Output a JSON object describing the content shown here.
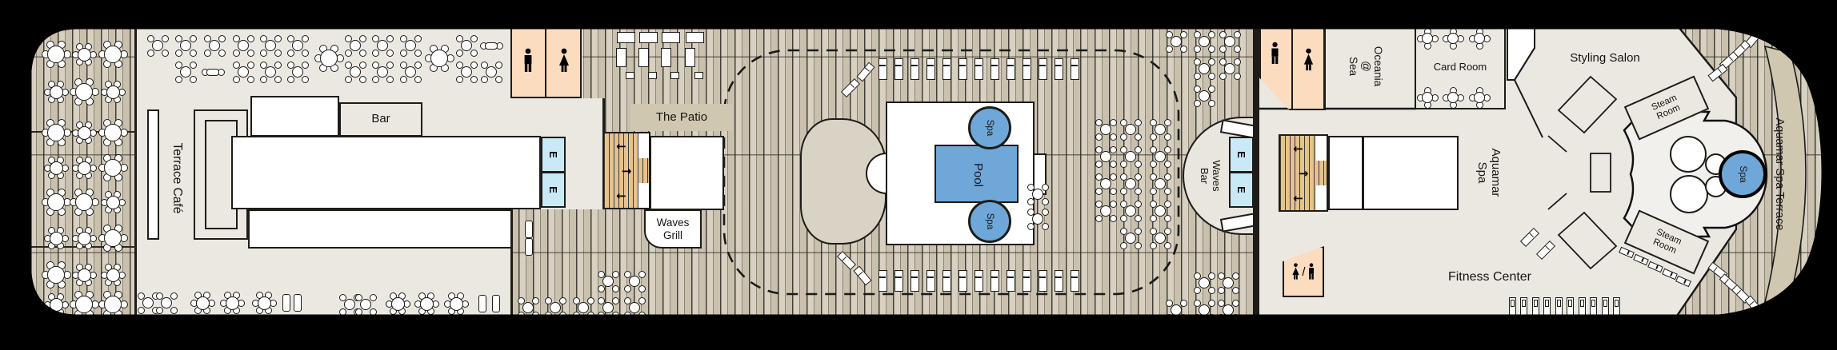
{
  "title": "Ship deck plan",
  "labels": {
    "terrace_cafe": "Terrace Café",
    "bar": "Bar",
    "the_patio": "The Patio",
    "waves_grill_line1": "Waves",
    "waves_grill_line2": "Grill",
    "waves_bar_line1": "Waves",
    "waves_bar_line2": "Bar",
    "pool": "Pool",
    "spa": "Spa",
    "oceania_line1": "Oceania",
    "oceania_line2": "@",
    "oceania_line3": "Sea",
    "card_room": "Card Room",
    "styling_salon": "Styling Salon",
    "aquamar_line1": "Aquamar",
    "aquamar_line2": "Spa",
    "steam_room_line1": "Steam",
    "steam_room_line2": "Room",
    "fitness_center": "Fitness Center",
    "aquamar_spa_terrace": "Aquamar Spa Terrace",
    "elevator": "E"
  },
  "colors": {
    "deck_plank_light": "#d8d0c0",
    "deck_plank_dark": "#c9c1ad",
    "indoor_floor": "#ebe7e1",
    "structure_white": "#ffffff",
    "restroom_peach": "#fbdcbe",
    "elevator_blue": "#c9e9f7",
    "stair_tan": "#e6c28f",
    "water_blue": "#6fa7d8",
    "terrace_band_tan": "#cfc7b0",
    "canopy_beige": "#d9d3c5",
    "line_black": "#1d1c19"
  }
}
